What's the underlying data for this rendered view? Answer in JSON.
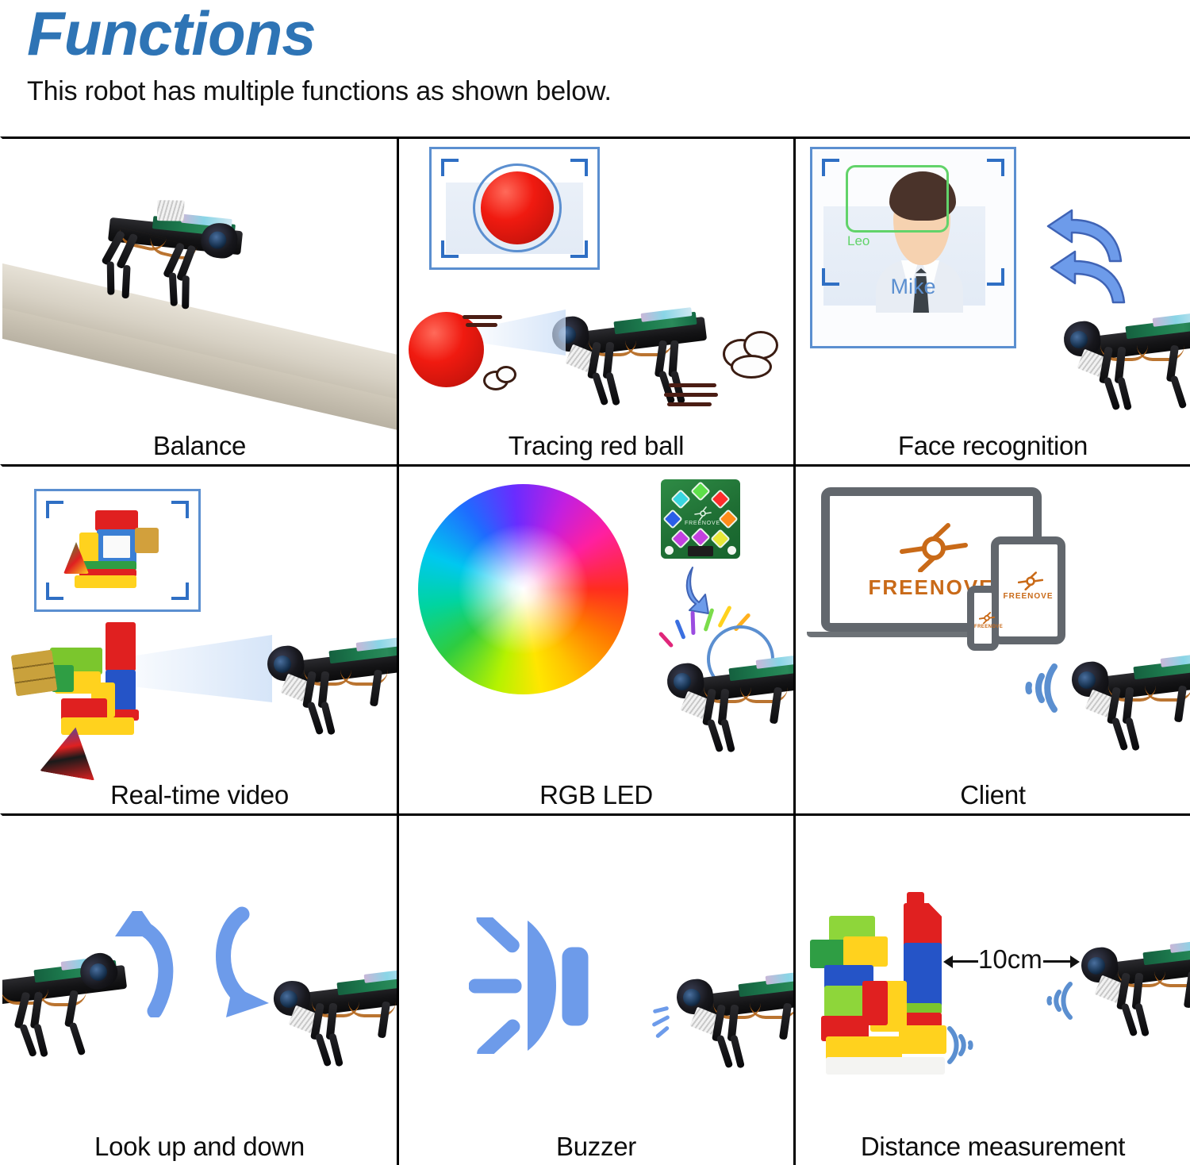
{
  "header": {
    "title": "Functions",
    "subtitle": "This robot has multiple functions as shown below.",
    "title_color": "#2E74B5"
  },
  "cells": [
    {
      "id": "balance",
      "caption": "Balance"
    },
    {
      "id": "tracing",
      "caption": "Tracing red ball"
    },
    {
      "id": "face",
      "caption": "Face recognition"
    },
    {
      "id": "video",
      "caption": "Real-time video"
    },
    {
      "id": "rgbled",
      "caption": "RGB LED"
    },
    {
      "id": "client",
      "caption": "Client"
    },
    {
      "id": "lookup",
      "caption": "Look up and down"
    },
    {
      "id": "buzzer",
      "caption": "Buzzer"
    },
    {
      "id": "distance",
      "caption": "Distance measurement"
    }
  ],
  "face": {
    "detected_tag": "Leo",
    "name": "Mike",
    "tag_color": "#62d36a",
    "name_color": "#5b8fd0"
  },
  "client": {
    "brand": "FREENOVE",
    "brand_color": "#C96A18",
    "devices": [
      "laptop",
      "tablet",
      "phone"
    ]
  },
  "rgbled": {
    "board_brand": "FREENOVE",
    "led_colors": [
      "#5ee04a",
      "#ff2d2d",
      "#ff8c1a",
      "#e8e838",
      "#c341e0",
      "#2b5fe8",
      "#39d6e0",
      "#ffffff"
    ]
  },
  "distance": {
    "value_label": "10cm"
  },
  "accent": {
    "blue": "#5b8fd0",
    "arrow_blue": "#6d9bea",
    "red": "#e8140c",
    "green_board": "#1f6f34"
  }
}
